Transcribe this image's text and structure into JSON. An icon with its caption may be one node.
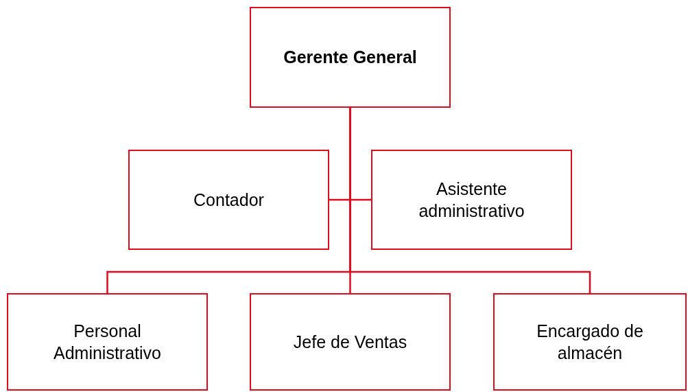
{
  "diagram": {
    "nodes": [
      {
        "text": [
          "Gerente General"
        ]
      },
      {
        "text": [
          "Contador"
        ]
      },
      {
        "text": [
          "Asistente administrativo"
        ]
      },
      {
        "text": [
          "Personal Administrativo"
        ]
      },
      {
        "text": [
          "Jefe de Ventas"
        ]
      },
      {
        "text": [
          "Encargado de almacén"
        ]
      }
    ],
    "edges": [
      {
        "from": 0,
        "to": 1,
        "arrow": "none"
      },
      {
        "from": 0,
        "to": 2,
        "arrow": "none"
      },
      {
        "from": 0,
        "to": 3,
        "arrow": "none"
      },
      {
        "from": 0,
        "to": 4,
        "arrow": "none"
      },
      {
        "from": 0,
        "to": 5,
        "arrow": "none"
      }
    ]
  }
}
